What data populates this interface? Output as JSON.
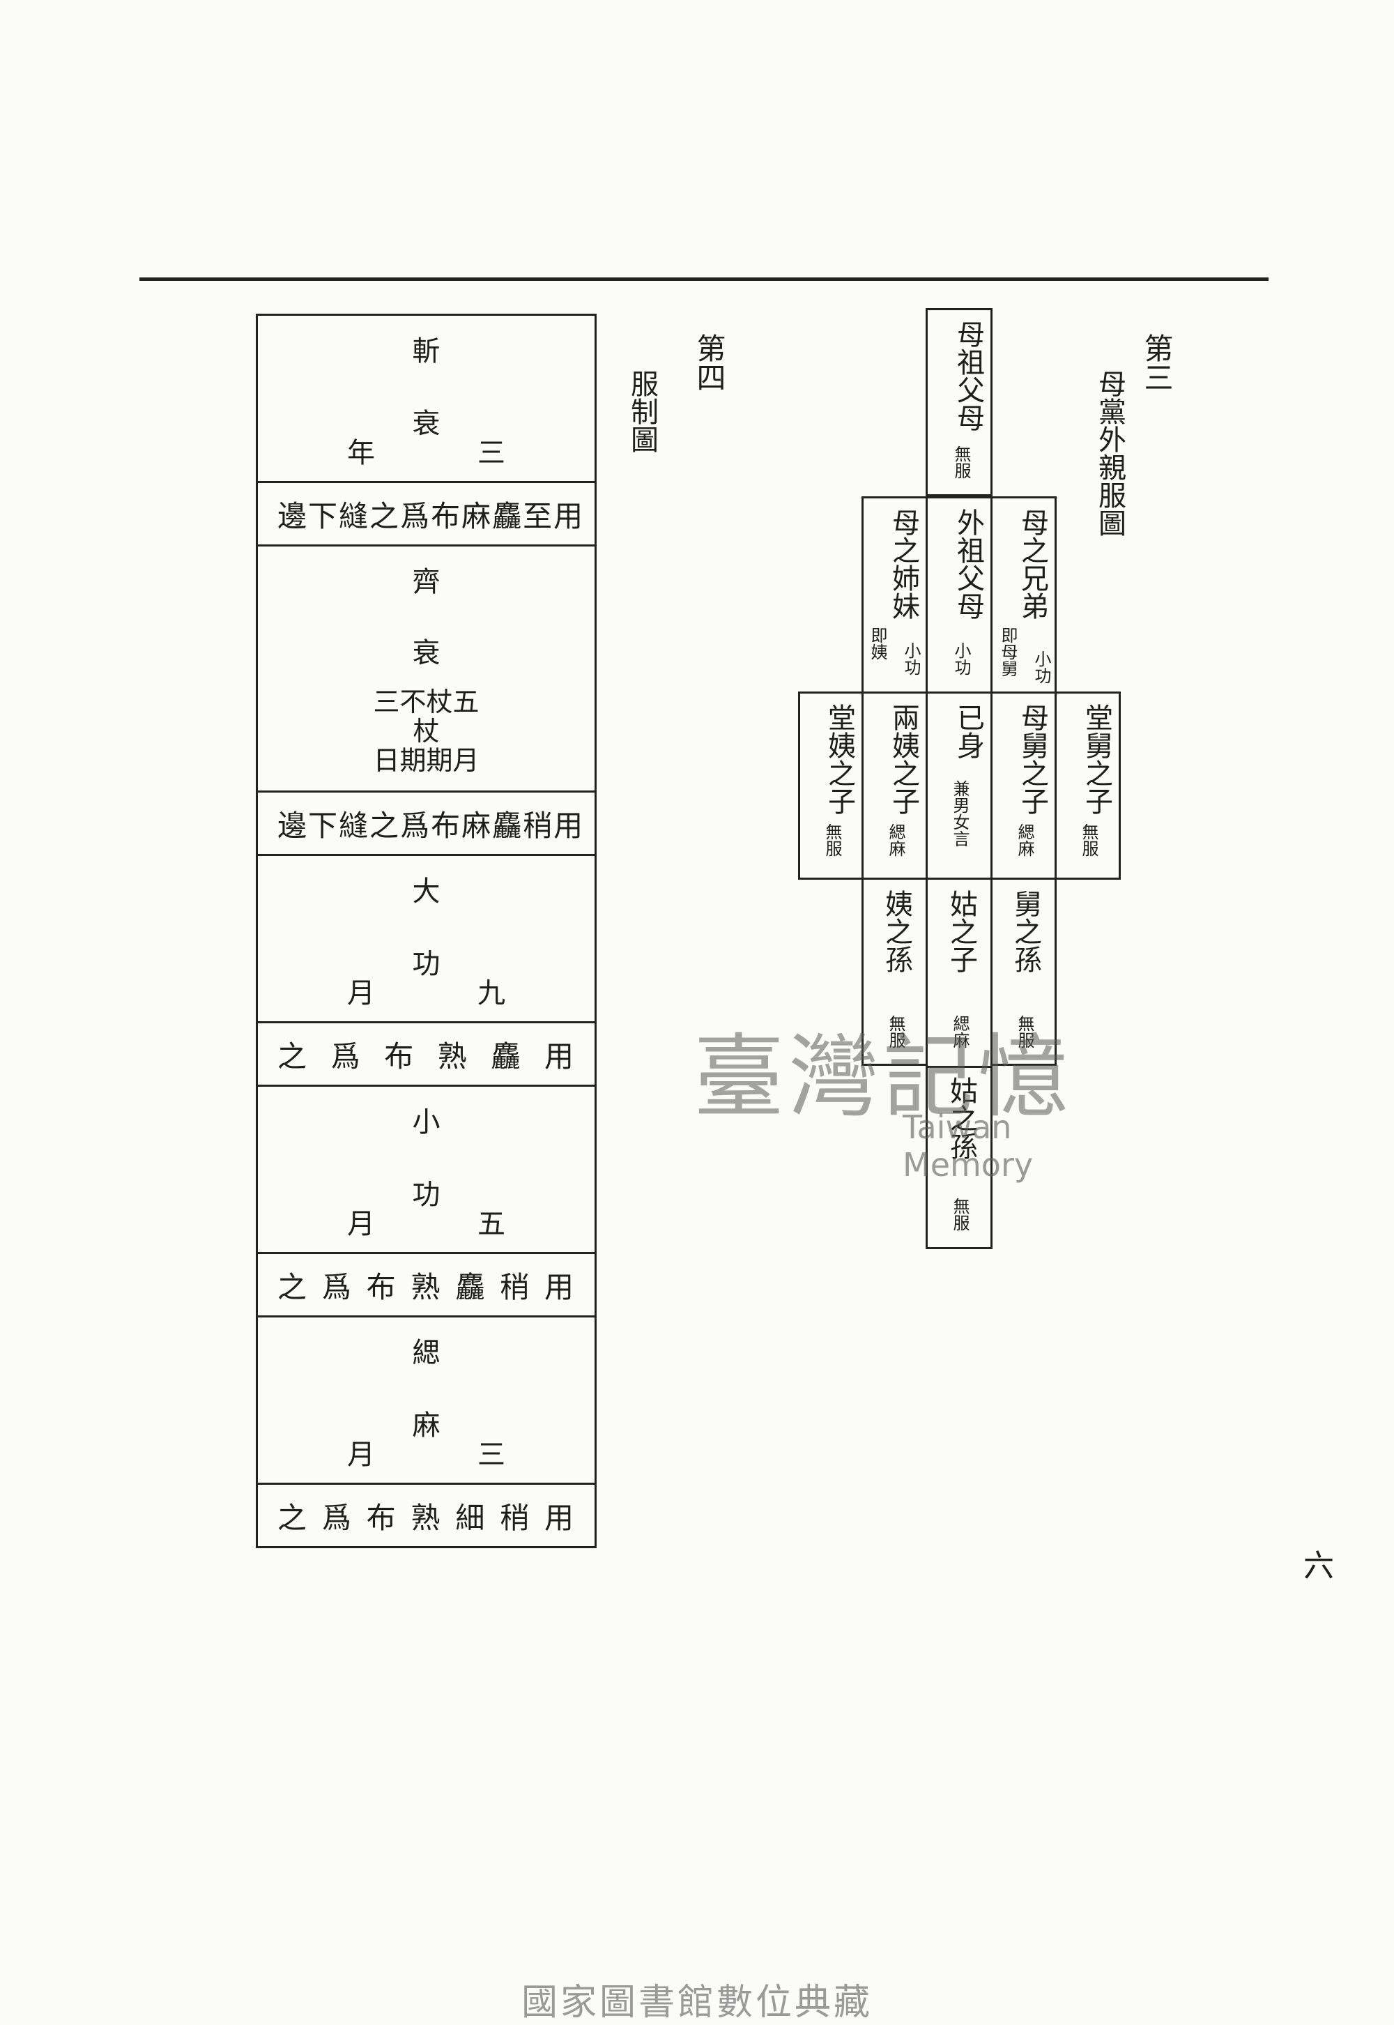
{
  "chart3": {
    "number": "第三",
    "title": "母黨外親服圖",
    "cells": {
      "maternal_great_grandparents": {
        "main": "母祖父母",
        "note": "無服"
      },
      "maternal_aunts": {
        "main": "母之姉妹",
        "note_a": "小功",
        "note_b": "即姨"
      },
      "maternal_grandparents": {
        "main": "外祖父母",
        "note": "小功"
      },
      "maternal_uncles": {
        "main": "母之兄弟",
        "note_a": "小功",
        "note_b": "即母舅"
      },
      "cousin_aunt_children": {
        "main": "堂姨之子",
        "note": "無服"
      },
      "aunt_children": {
        "main": "兩姨之子",
        "note": "緦麻"
      },
      "self": {
        "main": "已身",
        "note": "兼男女言"
      },
      "uncle_children": {
        "main": "母舅之子",
        "note": "緦麻"
      },
      "cousin_uncle_children": {
        "main": "堂舅之子",
        "note": "無服"
      },
      "aunt_grandchildren": {
        "main": "姨之孫",
        "note": "無服"
      },
      "paternal_aunt_children": {
        "main": "姑之子",
        "note": "緦麻"
      },
      "uncle_grandchildren": {
        "main": "舅之孫",
        "note": "無服"
      },
      "paternal_aunt_grandchildren": {
        "main": "姑之孫",
        "note": "無服"
      }
    }
  },
  "chart4": {
    "number": "第四",
    "title": "服制圖",
    "grades": [
      {
        "name_a": "斬",
        "name_b": "衰",
        "dur_r": "三",
        "dur_l": "年",
        "material": [
          "用",
          "至",
          "麤",
          "麻",
          "布",
          "爲",
          "之",
          "縫",
          "下",
          "邊"
        ]
      },
      {
        "name_a": "齊",
        "name_b": "衰",
        "dur_lines": [
          "三不杖五",
          "杖",
          "日期期月"
        ],
        "material": [
          "用",
          "稍",
          "麤",
          "麻",
          "布",
          "爲",
          "之",
          "縫",
          "下",
          "邊"
        ]
      },
      {
        "name_a": "大",
        "name_b": "功",
        "dur_r": "九",
        "dur_l": "月",
        "material": [
          "用",
          "麤",
          "熟",
          "布",
          "爲",
          "之"
        ]
      },
      {
        "name_a": "小",
        "name_b": "功",
        "dur_r": "五",
        "dur_l": "月",
        "material": [
          "用",
          "稍",
          "麤",
          "熟",
          "布",
          "爲",
          "之"
        ]
      },
      {
        "name_a": "緦",
        "name_b": "麻",
        "dur_r": "三",
        "dur_l": "月",
        "material": [
          "用",
          "稍",
          "細",
          "熟",
          "布",
          "爲",
          "之"
        ]
      }
    ]
  },
  "page_number": "六",
  "watermark": {
    "zh": "臺灣記憶",
    "en": "Taiwan Memory"
  },
  "footer": "國家圖書館數位典藏"
}
